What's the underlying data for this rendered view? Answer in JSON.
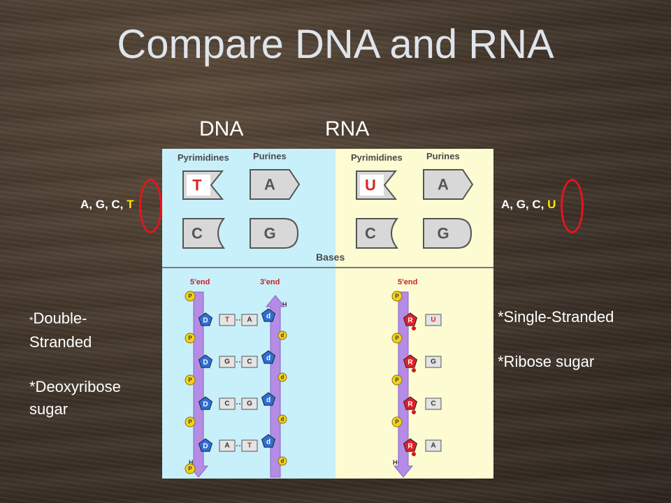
{
  "slide": {
    "title": "Compare DNA and RNA",
    "col_dna": "DNA",
    "col_rna": "RNA"
  },
  "left": {
    "bases_prefix": "A, G, C, ",
    "bases_highlight": "T",
    "feature_star": "*",
    "feature_1": "Double-Stranded",
    "feature_1_line1": "Double-",
    "feature_1_line2": "Stranded",
    "feature_2_line1": "*Deoxyribose",
    "feature_2_line2": "sugar"
  },
  "right": {
    "bases_prefix": "A, G, C, ",
    "bases_highlight": "U",
    "feature_1": "*Single-Stranded",
    "feature_2": "*Ribose sugar"
  },
  "figure": {
    "pyrimidines": "Pyrimidines",
    "purines": "Purines",
    "bases": "Bases",
    "five_end": "5'end",
    "three_end": "3'end",
    "oh": "OH",
    "ho": "HO",
    "dna_pyrimidines": [
      "T",
      "C"
    ],
    "dna_purines": [
      "A",
      "G"
    ],
    "rna_pyrimidines": [
      "U",
      "C"
    ],
    "rna_purines": [
      "A",
      "G"
    ],
    "phosphate": "P",
    "deoxyribose": "D",
    "ribose": "R",
    "d_small": "d",
    "dna_pairs": [
      [
        "T",
        "A"
      ],
      [
        "G",
        "C"
      ],
      [
        "C",
        "G"
      ],
      [
        "A",
        "T"
      ]
    ],
    "rna_bases": [
      "U",
      "G",
      "C",
      "A"
    ]
  },
  "colors": {
    "title": "#dfe4ea",
    "highlight": "#ffe600",
    "ring": "#e8141c",
    "dna_panel": "#c8f0fa",
    "rna_panel": "#fdfbd2",
    "strand": "#b48ce6",
    "deoxyribose": "#2d6ed7",
    "ribose": "#e0202a",
    "phosphate": "#f2d21c",
    "mark_red": "#d7261e"
  }
}
